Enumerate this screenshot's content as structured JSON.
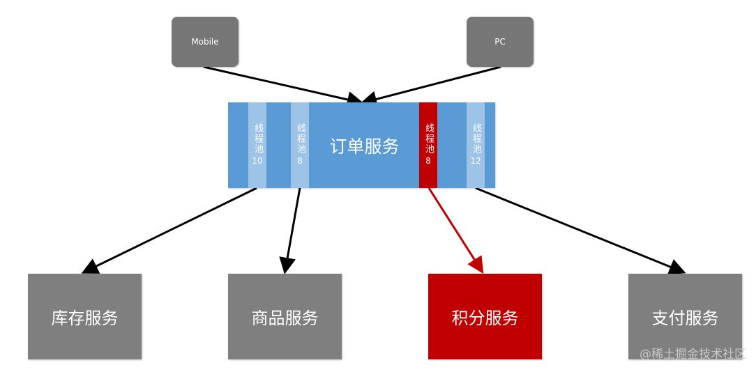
{
  "clients": [
    {
      "label": "Mobile"
    },
    {
      "label": "PC"
    }
  ],
  "order_service": {
    "title": "订单服务",
    "pools": [
      {
        "text": "线程池",
        "num": "10"
      },
      {
        "text": "线程池",
        "num": "8"
      },
      {
        "text": "线程池",
        "num": "8",
        "highlight": true
      },
      {
        "text": "线程池",
        "num": "12"
      }
    ]
  },
  "services": [
    {
      "label": "库存服务"
    },
    {
      "label": "商品服务"
    },
    {
      "label": "积分服务",
      "highlight": true
    },
    {
      "label": "支付服务"
    }
  ],
  "watermark": "@稀土掘金技术社区",
  "colors": {
    "client": "#767676",
    "order_bar": "#5b9bd5",
    "pool": "#9dc3e6",
    "highlight": "#c00000",
    "service": "#7f7f7f",
    "arrow": "#000000"
  }
}
